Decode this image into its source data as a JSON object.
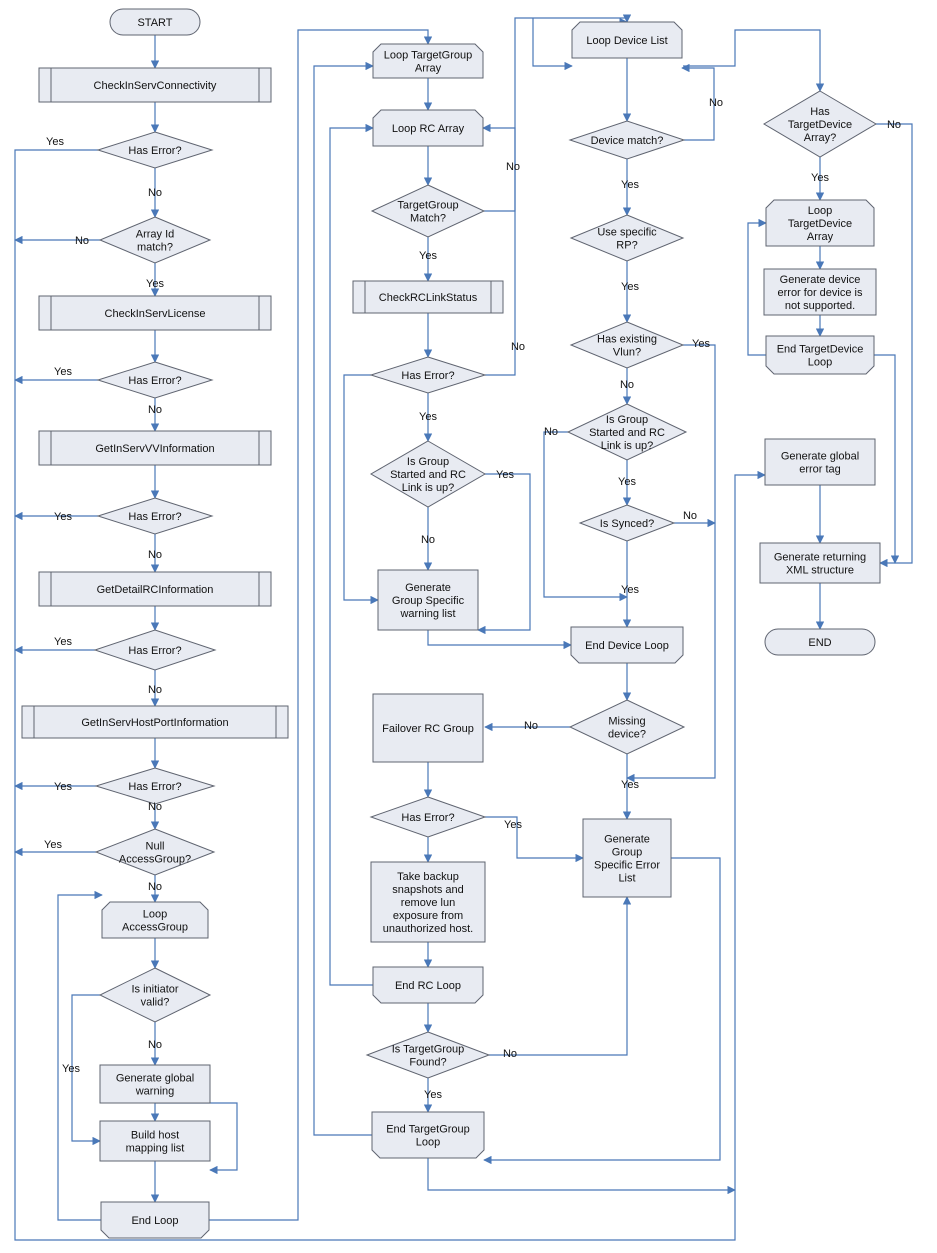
{
  "nodes": {
    "n_start": {
      "text": [
        "START"
      ]
    },
    "n_check_conn": {
      "text": [
        "CheckInServConnectivity"
      ]
    },
    "n_err1": {
      "text": [
        "Has Error?"
      ]
    },
    "n_arrayid": {
      "text": [
        "Array Id",
        "match?"
      ]
    },
    "n_check_lic": {
      "text": [
        "CheckInServLicense"
      ]
    },
    "n_err2": {
      "text": [
        "Has Error?"
      ]
    },
    "n_vvinfo": {
      "text": [
        "GetInServVVInformation"
      ]
    },
    "n_err3": {
      "text": [
        "Has Error?"
      ]
    },
    "n_rcinfo": {
      "text": [
        "GetDetailRCInformation"
      ]
    },
    "n_err4": {
      "text": [
        "Has Error?"
      ]
    },
    "n_hostport": {
      "text": [
        "GetInServHostPortInformation"
      ]
    },
    "n_err5": {
      "text": [
        "Has Error?"
      ]
    },
    "n_nullag": {
      "text": [
        "Null",
        "AccessGroup?"
      ]
    },
    "n_loop_ag": {
      "text": [
        "Loop",
        "AccessGroup"
      ]
    },
    "n_initvalid": {
      "text": [
        "Is initiator",
        "valid?"
      ]
    },
    "n_genwarn": {
      "text": [
        "Generate global",
        "warning"
      ]
    },
    "n_buildmap": {
      "text": [
        "Build host",
        "mapping list"
      ]
    },
    "n_endloop": {
      "text": [
        "End Loop"
      ]
    },
    "n_loop_tga": {
      "text": [
        "Loop TargetGroup",
        "Array"
      ]
    },
    "n_loop_rc": {
      "text": [
        "Loop RC Array"
      ]
    },
    "n_tgmatch": {
      "text": [
        "TargetGroup",
        "Match?"
      ]
    },
    "n_rclink": {
      "text": [
        "CheckRCLinkStatus"
      ]
    },
    "n_err6": {
      "text": [
        "Has Error?"
      ]
    },
    "n_grpstart1": {
      "text": [
        "Is Group",
        "Started and RC",
        "Link is up?"
      ]
    },
    "n_gswarn": {
      "text": [
        "Generate",
        "Group Specific",
        "warning list"
      ]
    },
    "n_failover": {
      "text": [
        "Failover RC Group"
      ]
    },
    "n_err7": {
      "text": [
        "Has Error?"
      ]
    },
    "n_backup": {
      "text": [
        "Take backup",
        "snapshots and",
        "remove lun",
        "exposure from",
        "unauthorized host."
      ]
    },
    "n_endrc": {
      "text": [
        "End RC Loop"
      ]
    },
    "n_tgfound": {
      "text": [
        "Is TargetGroup",
        "Found?"
      ]
    },
    "n_endtg": {
      "text": [
        "End TargetGroup",
        "Loop"
      ]
    },
    "n_loop_dev": {
      "text": [
        "Loop Device List"
      ]
    },
    "n_devmatch": {
      "text": [
        "Device match?"
      ]
    },
    "n_userp": {
      "text": [
        "Use specific",
        "RP?"
      ]
    },
    "n_vlun": {
      "text": [
        "Has existing",
        "Vlun?"
      ]
    },
    "n_grpstart2": {
      "text": [
        "Is Group",
        "Started and RC",
        "Link is up?"
      ]
    },
    "n_synced": {
      "text": [
        "Is Synced?"
      ]
    },
    "n_enddev": {
      "text": [
        "End Device Loop"
      ]
    },
    "n_missing": {
      "text": [
        "Missing",
        "device?"
      ]
    },
    "n_gserr": {
      "text": [
        "Generate",
        "Group",
        "Specific Error",
        "List"
      ]
    },
    "n_hastd": {
      "text": [
        "Has",
        "TargetDevice",
        "Array?"
      ]
    },
    "n_loop_td": {
      "text": [
        "Loop",
        "TargetDevice",
        "Array"
      ]
    },
    "n_gendeverr": {
      "text": [
        "Generate device",
        "error for device is",
        "not supported."
      ]
    },
    "n_endtd": {
      "text": [
        "End TargetDevice",
        "Loop"
      ]
    },
    "n_globerr": {
      "text": [
        "Generate global",
        "error tag"
      ]
    },
    "n_genxml": {
      "text": [
        "Generate returning",
        "XML structure"
      ]
    },
    "n_end": {
      "text": [
        "END"
      ]
    }
  },
  "edge_labels": {
    "e_yes_err1": "Yes",
    "e_no_err1": "No",
    "e_no_arrayid": "No",
    "e_yes_arrayid": "Yes",
    "e_yes_err2": "Yes",
    "e_no_err2": "No",
    "e_yes_err3": "Yes",
    "e_no_err3": "No",
    "e_yes_err4": "Yes",
    "e_no_err4": "No",
    "e_yes_err5": "Yes",
    "e_no_err5": "No",
    "e_yes_nullag": "Yes",
    "e_no_nullag": "No",
    "e_no_init": "No",
    "e_yes_init": "Yes",
    "e_no_tgmatch": "No",
    "e_yes_tgmatch": "Yes",
    "e_no_err6": "No",
    "e_yes_err6": "Yes",
    "e_yes_grp1": "Yes",
    "e_no_grp1": "No",
    "e_yes_err7": "Yes",
    "e_no_tgfound": "No",
    "e_yes_tgfound": "Yes",
    "e_no_devmatch": "No",
    "e_yes_devmatch": "Yes",
    "e_yes_userp": "Yes",
    "e_yes_vlun": "Yes",
    "e_no_vlun": "No",
    "e_no_grp2": "No",
    "e_yes_grp2": "Yes",
    "e_no_synced": "No",
    "e_yes_synced": "Yes",
    "e_no_missing": "No",
    "e_yes_missing": "Yes",
    "e_no_hastd": "No",
    "e_yes_hastd": "Yes"
  }
}
